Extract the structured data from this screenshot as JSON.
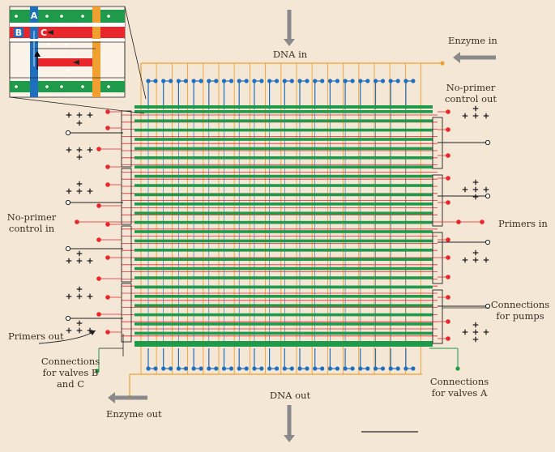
{
  "labels": {
    "dna_in": "DNA in",
    "dna_out": "DNA out",
    "enzyme_in": "Enzyme in",
    "enzyme_out": "Enzyme out",
    "no_primer_control_out": [
      "No-primer",
      "control out"
    ],
    "no_primer_control_in": [
      "No-primer",
      "control in"
    ],
    "primers_in": "Primers in",
    "primers_out": "Primers out",
    "connections_for_pumps": [
      "Connections",
      "for pumps"
    ],
    "connections_for_valves_bc": [
      "Connections",
      "for valves B",
      "and C"
    ],
    "connections_for_valves_a": [
      "Connections",
      "for valves A"
    ]
  },
  "inset": {
    "valve_labels": [
      "A",
      "B",
      "C"
    ]
  },
  "colors": {
    "background": "#f4e7d6",
    "flow_channel_red": "#e8262b",
    "dna_channel_blue": "#1f6fbf",
    "control_line_green": "#1e9a4a",
    "enzyme_channel_orange": "#f0a030",
    "black_line": "#222222",
    "arrow_grey": "#8a8a8a"
  },
  "icons": [
    "arrow-down-icon",
    "arrow-left-icon",
    "plus-sign-icon"
  ]
}
